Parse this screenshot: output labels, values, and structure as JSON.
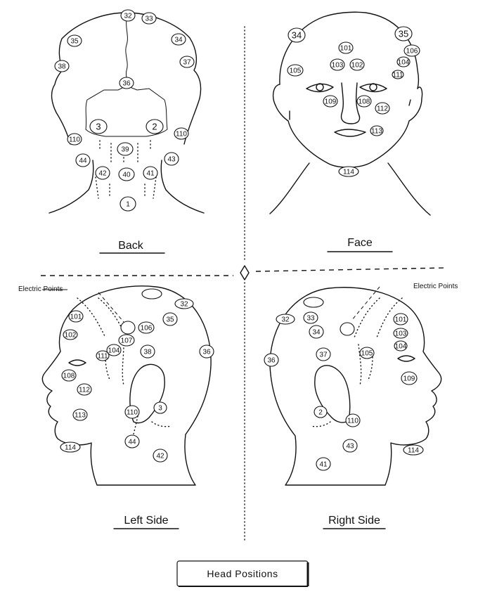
{
  "panels": {
    "back": {
      "label": "Back",
      "points": [
        {
          "id": "back-32",
          "text": "32"
        },
        {
          "id": "back-33",
          "text": "33"
        },
        {
          "id": "back-35",
          "text": "35"
        },
        {
          "id": "back-34",
          "text": "34"
        },
        {
          "id": "back-38",
          "text": "38"
        },
        {
          "id": "back-37",
          "text": "37"
        },
        {
          "id": "back-36",
          "text": "36"
        },
        {
          "id": "back-3",
          "text": "3",
          "big": true
        },
        {
          "id": "back-2",
          "text": "2",
          "big": true
        },
        {
          "id": "back-110a",
          "text": "110"
        },
        {
          "id": "back-110b",
          "text": "110"
        },
        {
          "id": "back-39",
          "text": "39"
        },
        {
          "id": "back-44",
          "text": "44"
        },
        {
          "id": "back-43",
          "text": "43"
        },
        {
          "id": "back-42",
          "text": "42"
        },
        {
          "id": "back-40",
          "text": "40"
        },
        {
          "id": "back-41",
          "text": "41"
        },
        {
          "id": "back-1",
          "text": "1"
        }
      ]
    },
    "face": {
      "label": "Face",
      "points": [
        {
          "id": "face-34",
          "text": "34",
          "big": true
        },
        {
          "id": "face-35",
          "text": "35",
          "big": true
        },
        {
          "id": "face-106",
          "text": "106"
        },
        {
          "id": "face-101",
          "text": "101"
        },
        {
          "id": "face-104",
          "text": "104"
        },
        {
          "id": "face-105",
          "text": "105"
        },
        {
          "id": "face-103",
          "text": "103"
        },
        {
          "id": "face-102",
          "text": "102"
        },
        {
          "id": "face-111",
          "text": "111"
        },
        {
          "id": "face-109",
          "text": "109"
        },
        {
          "id": "face-108",
          "text": "108"
        },
        {
          "id": "face-112",
          "text": "112"
        },
        {
          "id": "face-113",
          "text": "113"
        },
        {
          "id": "face-114",
          "text": "114"
        }
      ]
    },
    "left": {
      "label": "Left Side",
      "electric_label": "Electric Points",
      "points": [
        {
          "id": "left-32",
          "text": "32"
        },
        {
          "id": "left-101",
          "text": "101"
        },
        {
          "id": "left-102",
          "text": "102"
        },
        {
          "id": "left-106",
          "text": "106"
        },
        {
          "id": "left-35",
          "text": "35"
        },
        {
          "id": "left-107",
          "text": "107"
        },
        {
          "id": "left-111",
          "text": "111"
        },
        {
          "id": "left-104",
          "text": "104"
        },
        {
          "id": "left-38",
          "text": "38"
        },
        {
          "id": "left-36",
          "text": "36"
        },
        {
          "id": "left-108",
          "text": "108"
        },
        {
          "id": "left-112",
          "text": "112"
        },
        {
          "id": "left-110",
          "text": "110"
        },
        {
          "id": "left-3",
          "text": "3"
        },
        {
          "id": "left-113",
          "text": "113"
        },
        {
          "id": "left-44",
          "text": "44"
        },
        {
          "id": "left-114",
          "text": "114"
        },
        {
          "id": "left-42",
          "text": "42"
        }
      ]
    },
    "right": {
      "label": "Right Side",
      "electric_label": "Electric Points",
      "points": [
        {
          "id": "right-32",
          "text": "32"
        },
        {
          "id": "right-33",
          "text": "33"
        },
        {
          "id": "right-101",
          "text": "101"
        },
        {
          "id": "right-34",
          "text": "34"
        },
        {
          "id": "right-103",
          "text": "103"
        },
        {
          "id": "right-104",
          "text": "104"
        },
        {
          "id": "right-37",
          "text": "37"
        },
        {
          "id": "right-105",
          "text": "105"
        },
        {
          "id": "right-36",
          "text": "36"
        },
        {
          "id": "right-109",
          "text": "109"
        },
        {
          "id": "right-2",
          "text": "2"
        },
        {
          "id": "right-110",
          "text": "110"
        },
        {
          "id": "right-43",
          "text": "43"
        },
        {
          "id": "right-114",
          "text": "114"
        },
        {
          "id": "right-41",
          "text": "41"
        }
      ]
    }
  },
  "footer": {
    "title": "Head Positions"
  }
}
